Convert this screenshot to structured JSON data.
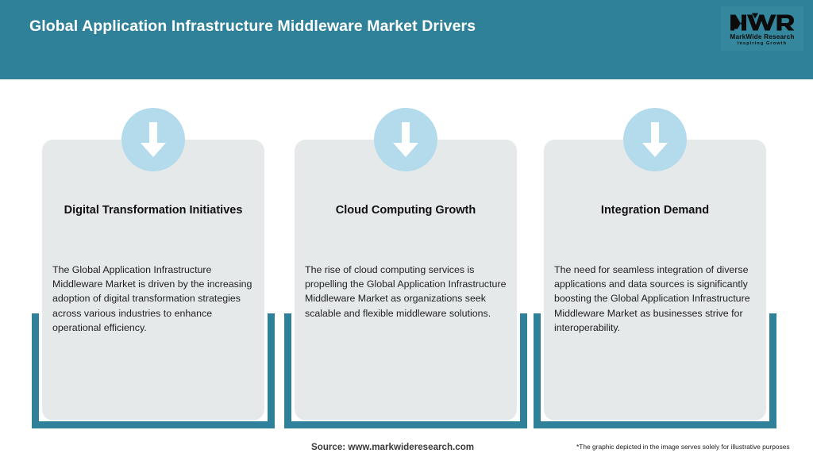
{
  "header": {
    "title": "Global Application Infrastructure Middleware Market Drivers",
    "background_color": "#2e8198",
    "title_color": "#ffffff",
    "logo": {
      "mark_text": "MWR",
      "name": "MarkWide Research",
      "tagline": "Inspiring Growth"
    }
  },
  "cards": [
    {
      "icon": "down-arrow-icon",
      "title": "Digital Transformation Initiatives",
      "body": "The Global Application Infrastructure Middleware Market is driven by the increasing adoption of digital transformation strategies across various industries to enhance operational efficiency."
    },
    {
      "icon": "down-arrow-icon",
      "title": "Cloud Computing Growth",
      "body": "The rise of cloud computing services is propelling the Global Application Infrastructure Middleware Market as organizations seek scalable and flexible middleware solutions."
    },
    {
      "icon": "down-arrow-icon",
      "title": "Integration Demand",
      "body": "The need for seamless integration of diverse applications and data sources is significantly boosting the Global Application Infrastructure Middleware Market as businesses strive for interoperability."
    }
  ],
  "footer": {
    "source": "Source: www.markwideresearch.com",
    "disclaimer": "*The graphic depicted in the image serves solely for illustrative purposes"
  },
  "colors": {
    "teal": "#2e8198",
    "card_background": "#e5e9ea",
    "icon_circle": "#b3dbeb",
    "arrow": "#ffffff",
    "page_background": "#ffffff"
  }
}
